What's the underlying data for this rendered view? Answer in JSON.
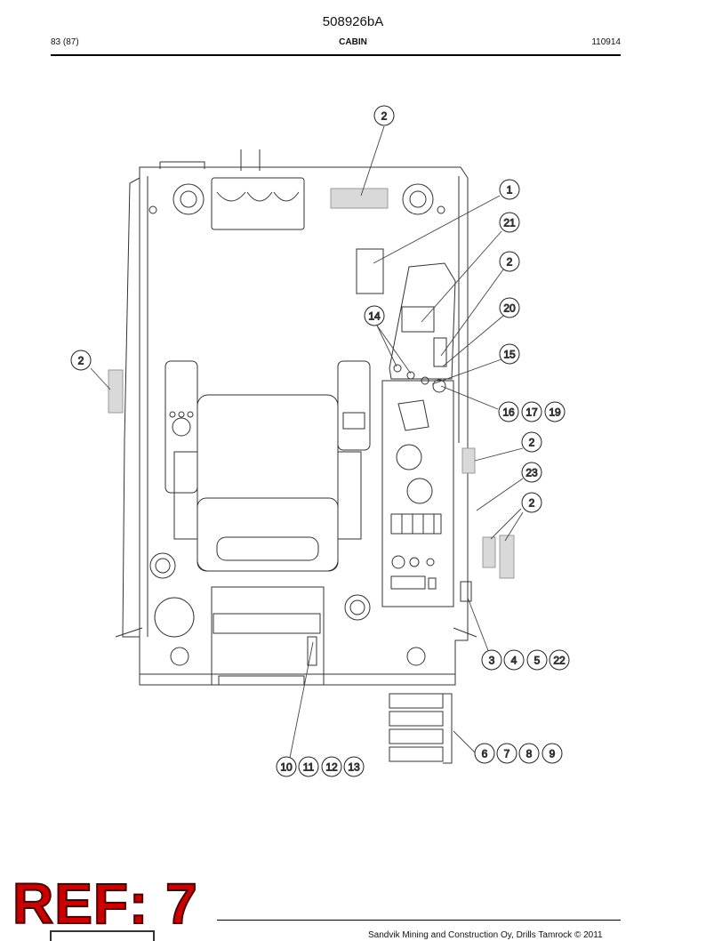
{
  "header": {
    "doc_number": "508926bA",
    "page": "83 (87)",
    "section": "CABIN",
    "date_code": "110914"
  },
  "callouts": [
    {
      "id": "c-2-top",
      "label": "2"
    },
    {
      "id": "c-1",
      "label": "1"
    },
    {
      "id": "c-21",
      "label": "21"
    },
    {
      "id": "c-2-b",
      "label": "2"
    },
    {
      "id": "c-20",
      "label": "20"
    },
    {
      "id": "c-14",
      "label": "14"
    },
    {
      "id": "c-2-left",
      "label": "2"
    },
    {
      "id": "c-15",
      "label": "15"
    },
    {
      "id": "c-16",
      "label": "16"
    },
    {
      "id": "c-17",
      "label": "17"
    },
    {
      "id": "c-19",
      "label": "19"
    },
    {
      "id": "c-2-c",
      "label": "2"
    },
    {
      "id": "c-23",
      "label": "23"
    },
    {
      "id": "c-2-d",
      "label": "2"
    },
    {
      "id": "c-3",
      "label": "3"
    },
    {
      "id": "c-4",
      "label": "4"
    },
    {
      "id": "c-5",
      "label": "5"
    },
    {
      "id": "c-22",
      "label": "22"
    },
    {
      "id": "c-6",
      "label": "6"
    },
    {
      "id": "c-7",
      "label": "7"
    },
    {
      "id": "c-8",
      "label": "8"
    },
    {
      "id": "c-9",
      "label": "9"
    },
    {
      "id": "c-10",
      "label": "10"
    },
    {
      "id": "c-11",
      "label": "11"
    },
    {
      "id": "c-12",
      "label": "12"
    },
    {
      "id": "c-13",
      "label": "13"
    }
  ],
  "ref_mark": "REF: 7",
  "footer": {
    "copyright": "Sandvik Mining and Construction Oy, Drills Tamrock © 2011"
  }
}
